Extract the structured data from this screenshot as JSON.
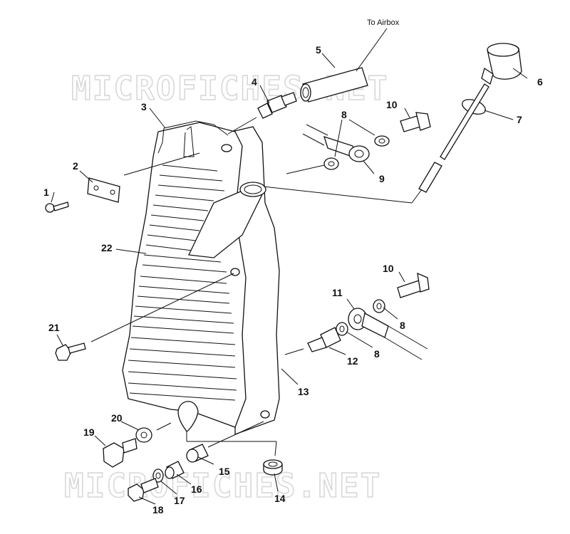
{
  "diagram": {
    "watermark": "MICROFICHES.NET",
    "note_to_airbox": "To Airbox",
    "callouts": [
      "1",
      "2",
      "3",
      "4",
      "5",
      "6",
      "7",
      "8",
      "8",
      "8",
      "9",
      "10",
      "10",
      "11",
      "12",
      "13",
      "14",
      "15",
      "16",
      "17",
      "18",
      "19",
      "20",
      "21",
      "22"
    ]
  }
}
